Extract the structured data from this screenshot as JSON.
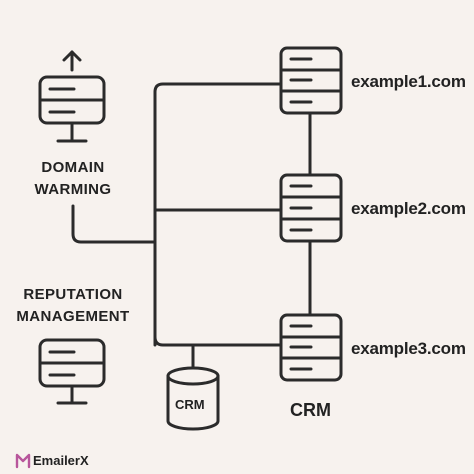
{
  "servers": {
    "s1": {
      "hostname": "example1.com"
    },
    "s2": {
      "hostname": "example2.com"
    },
    "s3": {
      "hostname": "example3.com"
    }
  },
  "labels": {
    "domain_warming": [
      "DOMAIN",
      "WARMING"
    ],
    "reputation_management": [
      "REPUTATION",
      "MANAGEMENT"
    ],
    "crm_database": "CRM",
    "crm_server": "CRM"
  },
  "brand": {
    "name": "EmailerX",
    "accent": "#b8569b"
  },
  "colors": {
    "background": "#f7f2ee",
    "stroke": "#2b2b2b"
  }
}
